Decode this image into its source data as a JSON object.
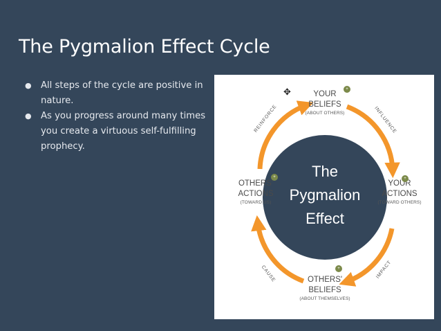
{
  "slide": {
    "title": "The Pygmalion Effect Cycle",
    "bullets": [
      "All steps of the cycle are positive in nature.",
      "As you progress around many times you create a virtuous self-fulfilling prophecy."
    ],
    "bullet_glyph": "●"
  },
  "diagram": {
    "center": [
      "The",
      "Pygmalion",
      "Effect"
    ],
    "nodes": {
      "top": {
        "title_1": "YOUR",
        "title_2": "BELIEFS",
        "sub": "(ABOUT OTHERS)"
      },
      "right": {
        "title_1": "YOUR",
        "title_2": "ACTIONS",
        "sub": "(TOWARD OTHERS)"
      },
      "bottom": {
        "title_1": "OTHERS'",
        "title_2": "BELIEFS",
        "sub": "(ABOUT THEMSELVES)"
      },
      "left": {
        "title_1": "OTHERS'",
        "title_2": "ACTIONS",
        "sub": "(TOWARD US)"
      }
    },
    "arc_labels": {
      "influence": "INFLUENCE",
      "impact": "IMPACT",
      "cause": "CAUSE",
      "reinforce": "REINFORCE"
    },
    "badge_glyph": "+",
    "cursor_glyph": "✥",
    "colors": {
      "arrow": "#f3962b",
      "center_circle": "#34465a",
      "badge": "#7c8a4a",
      "background": "#34465a"
    }
  }
}
